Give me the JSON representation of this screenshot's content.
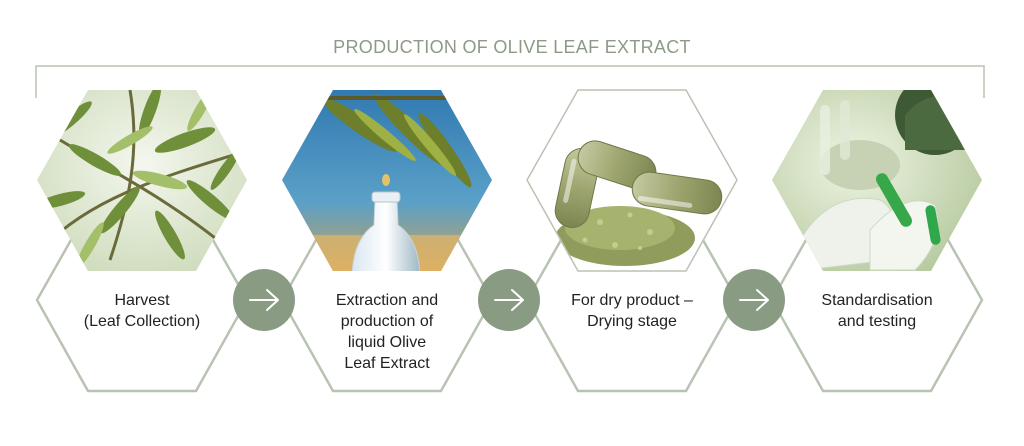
{
  "title": "PRODUCTION OF OLIVE LEAF EXTRACT",
  "colors": {
    "accent": "#8a9b84",
    "outline": "#b9c3b3",
    "arrow_fill": "#8a9b84",
    "text": "#222222"
  },
  "steps": [
    {
      "lines": [
        "Harvest",
        "(Leaf Collection)"
      ],
      "image": "olive-branch"
    },
    {
      "lines": [
        "Extraction and",
        "production of",
        "liquid Olive",
        "Leaf Extract"
      ],
      "image": "oil-drop-bottle"
    },
    {
      "lines": [
        "For dry product –",
        "Drying stage"
      ],
      "image": "capsules-powder"
    },
    {
      "lines": [
        "Standardisation",
        "and testing"
      ],
      "image": "lab-testing"
    }
  ],
  "arrow_icon": "arrow-right-icon"
}
